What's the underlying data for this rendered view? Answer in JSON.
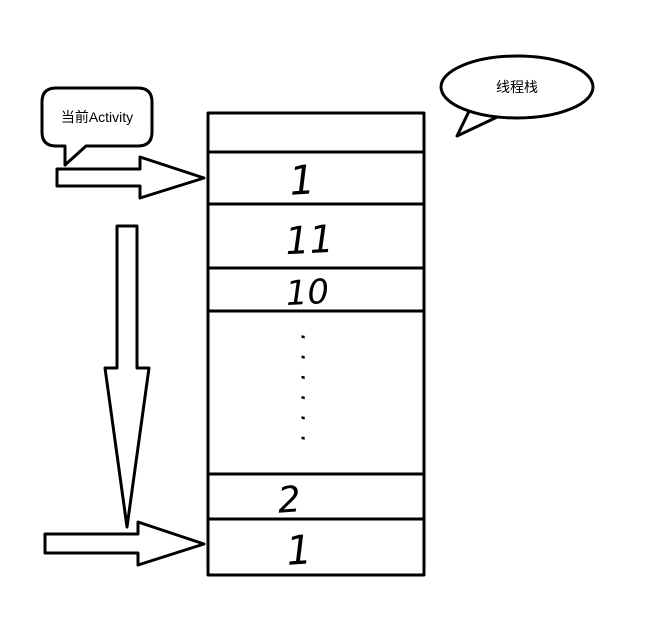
{
  "labels": {
    "current_activity": "当前Activity",
    "thread_stack": "线程栈"
  },
  "stack": {
    "cells": [
      "",
      "1",
      "11",
      "10",
      "······",
      "2",
      "1"
    ],
    "cell_semantics": [
      "empty-top",
      "top-activity",
      "activity-11",
      "activity-10",
      "ellipsis",
      "activity-2",
      "bottom-activity"
    ]
  },
  "colors": {
    "ink": "#000000",
    "background": "#ffffff"
  }
}
